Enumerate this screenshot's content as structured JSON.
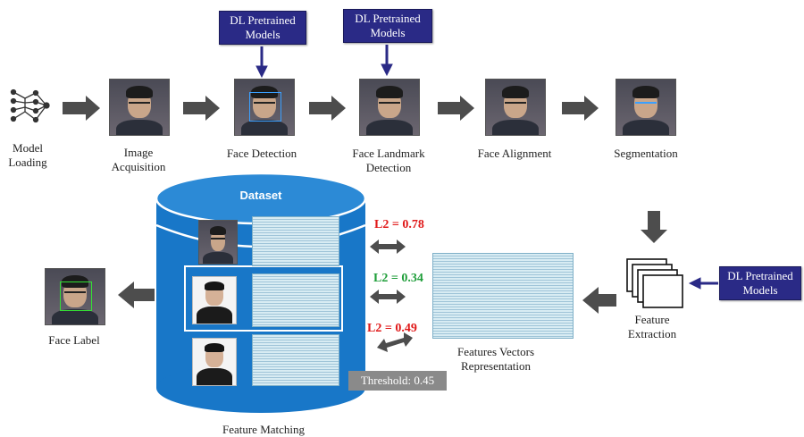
{
  "colors": {
    "red": "#e01818",
    "green": "#1f9e3a",
    "dark_blue": "#2a2a86",
    "cylinder_blue": "#1877c8"
  },
  "pipeline": {
    "model_loading": "Model Loading",
    "image_acquisition": "Image Acquisition",
    "face_detection": "Face Detection",
    "face_landmark_detection": "Face Landmark Detection",
    "face_alignment": "Face Alignment",
    "segmentation": "Segmentation"
  },
  "dl_boxes": {
    "top1": "DL Pretrained Models",
    "top2": "DL Pretrained Models",
    "right": "DL Pretrained Models"
  },
  "dataset": {
    "title": "Dataset",
    "threshold": "Threshold: 0.45",
    "caption": "Feature Matching"
  },
  "distances": {
    "d1": "L2 = 0.78",
    "d2": "L2 = 0.34",
    "d3": "L2 = 0.49"
  },
  "features_vectors": "Features Vectors Representation",
  "feature_extraction": "Feature Extraction",
  "face_label": "Face Label"
}
